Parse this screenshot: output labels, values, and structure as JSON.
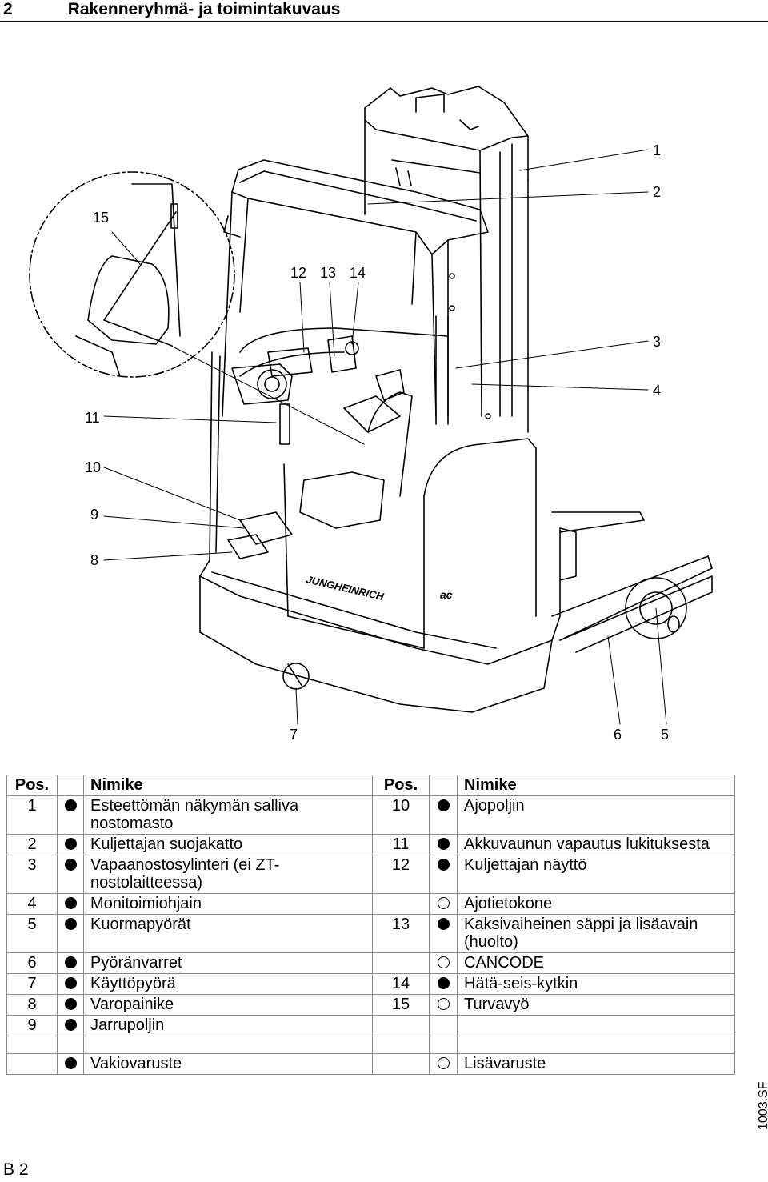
{
  "header": {
    "section_number": "2",
    "section_title": "Rakenneryhmä- ja toimintakuvaus"
  },
  "figure": {
    "callouts": [
      "1",
      "2",
      "3",
      "4",
      "5",
      "6",
      "7",
      "8",
      "9",
      "10",
      "11",
      "12",
      "13",
      "14",
      "15"
    ],
    "brand_text": "JUNGHEINRICH",
    "model_text": "ac"
  },
  "table": {
    "headers": {
      "pos": "Pos.",
      "name": "Nimike"
    },
    "rows": [
      {
        "lpos": "1",
        "lmark": "std",
        "lname": "Esteettömän näkymän salliva nostomasto",
        "rpos": "10",
        "rmark": "std",
        "rname": "Ajopoljin"
      },
      {
        "lpos": "2",
        "lmark": "std",
        "lname": "Kuljettajan suojakatto",
        "rpos": "11",
        "rmark": "std",
        "rname": "Akkuvaunun vapautus lukituksesta"
      },
      {
        "lpos": "3",
        "lmark": "std",
        "lname": "Vapaanostosylinteri (ei ZT-nostolaitteessa)",
        "rpos": "12",
        "rmark": "std",
        "rname": "Kuljettajan näyttö"
      },
      {
        "lpos": "4",
        "lmark": "std",
        "lname": "Monitoimiohjain",
        "rpos": "",
        "rmark": "opt",
        "rname": "Ajotietokone"
      },
      {
        "lpos": "5",
        "lmark": "std",
        "lname": "Kuormapyörät",
        "rpos": "13",
        "rmark": "std",
        "rname": "Kaksivaiheinen säppi ja lisäavain (huolto)"
      },
      {
        "lpos": "6",
        "lmark": "std",
        "lname": "Pyöränvarret",
        "rpos": "",
        "rmark": "opt",
        "rname": "CANCODE"
      },
      {
        "lpos": "7",
        "lmark": "std",
        "lname": "Käyttöpyörä",
        "rpos": "14",
        "rmark": "std",
        "rname": "Hätä-seis-kytkin"
      },
      {
        "lpos": "8",
        "lmark": "std",
        "lname": "Varopainike",
        "rpos": "15",
        "rmark": "opt",
        "rname": "Turvavyö"
      },
      {
        "lpos": "9",
        "lmark": "std",
        "lname": "Jarrupoljin",
        "rpos": "",
        "rmark": "none",
        "rname": ""
      }
    ],
    "legend": {
      "standard": "Vakiovaruste",
      "optional": "Lisävaruste"
    }
  },
  "footer": {
    "page": "B 2",
    "doc_code": "1003.SF"
  }
}
